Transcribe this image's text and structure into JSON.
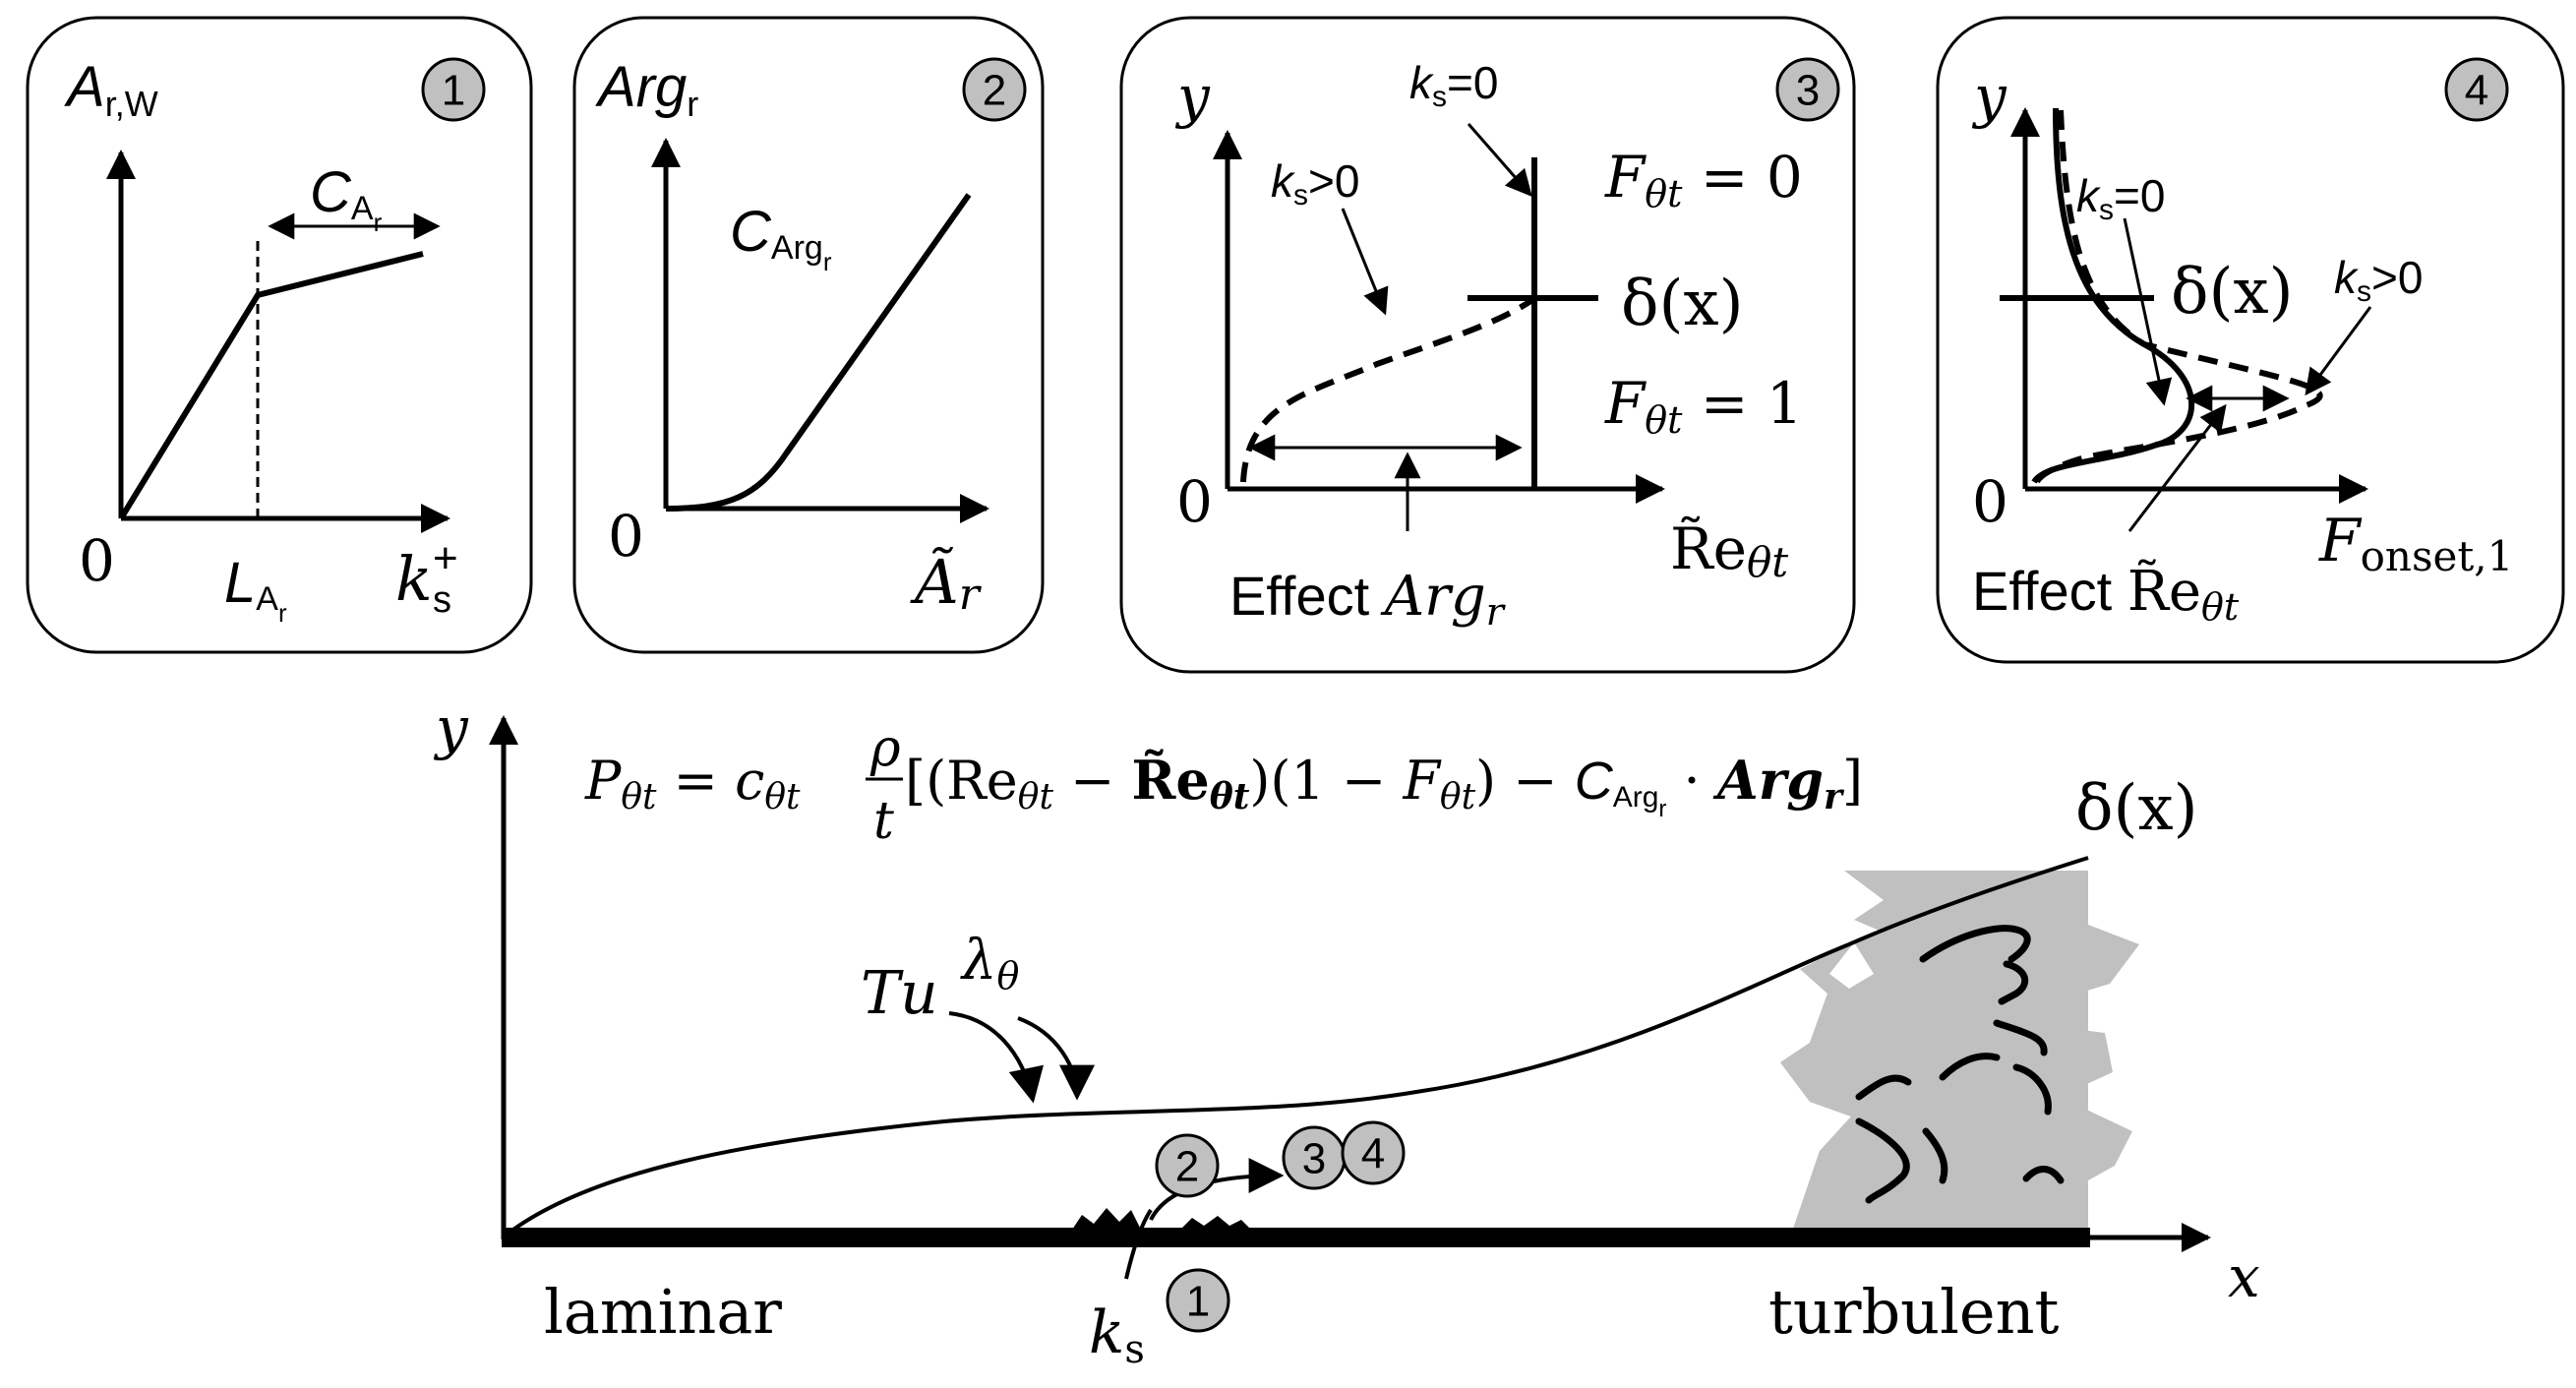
{
  "panels": [
    {
      "badge": "1",
      "y_label_main": "A",
      "y_label_sub": "r,W",
      "origin": "0",
      "x_label_main": "k",
      "x_label_sub": "s",
      "x_label_sup": "+",
      "tick_main": "L",
      "tick_sub": "A",
      "tick_subsub": "r",
      "slope_main": "C",
      "slope_sub": "A",
      "slope_subsub": "r"
    },
    {
      "badge": "2",
      "y_label_main": "Arg",
      "y_label_sub": "r",
      "origin": "0",
      "x_label_main": "Ã",
      "x_label_sub": "r",
      "curve_main": "C",
      "curve_sub": "Arg",
      "curve_subsub": "r"
    },
    {
      "badge": "3",
      "y_label": "y",
      "origin": "0",
      "x_label_main": "R̃e",
      "x_label_sub": "θt",
      "ks_zero_main": "k",
      "ks_zero_sub": "s",
      "ks_zero_rest": "=0",
      "ks_pos_main": "k",
      "ks_pos_sub": "s",
      "ks_pos_rest": ">0",
      "f_top_main": "F",
      "f_top_sub": "θt",
      "f_top_rest": " = 0",
      "f_bot_main": "F",
      "f_bot_sub": "θt",
      "f_bot_rest": " = 1",
      "delta": "δ(x)",
      "effect_text": "Effect ",
      "effect_main": "Arg",
      "effect_sub": "r"
    },
    {
      "badge": "4",
      "y_label": "y",
      "origin": "0",
      "x_label_main": "F",
      "x_label_sub": "onset,1",
      "ks_zero_main": "k",
      "ks_zero_sub": "s",
      "ks_zero_rest": "=0",
      "ks_pos_main": "k",
      "ks_pos_sub": "s",
      "ks_pos_rest": ">0",
      "delta": "δ(x)",
      "effect_text": "Effect ",
      "effect_main": "R̃e",
      "effect_sub": "θt"
    }
  ],
  "main": {
    "y_label": "y",
    "x_label": "x",
    "equation": {
      "lhs_main": "P",
      "lhs_sub": "θt",
      "eq": " = ",
      "c_main": "c",
      "c_sub": "θt",
      "frac_num": "ρ",
      "frac_den": "t",
      "open": " [(",
      "re_main": "Re",
      "re_sub": "θt",
      "minus1": " − ",
      "ret_main": "R̃e",
      "ret_sub": "θt",
      "mid": ")(1 − ",
      "f_main": "F",
      "f_sub": "θt",
      "close1": ") − ",
      "carg_main": "C",
      "carg_sub": "Arg",
      "carg_subsub": "r",
      "dot": " · ",
      "arg_main": "Arg",
      "arg_sub": "r",
      "close2": "]"
    },
    "delta": "δ(x)",
    "tu": "Tu",
    "lambda_main": "λ",
    "lambda_sub": "θ",
    "laminar": "laminar",
    "turbulent": "turbulent",
    "ks_main": "k",
    "ks_sub": "s",
    "badges": [
      "1",
      "2",
      "3",
      "4"
    ]
  },
  "colors": {
    "badge_fill": "#c0c0c0",
    "turbulent_fill": "#c0c0c0",
    "ink": "#000000"
  }
}
